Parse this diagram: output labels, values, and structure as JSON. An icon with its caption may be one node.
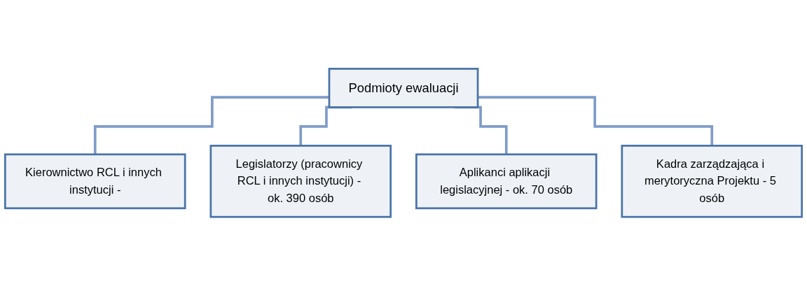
{
  "diagram": {
    "nodes": [
      {
        "text": [
          "Podmioty ewaluacji"
        ]
      },
      {
        "text": [
          "Kierownictwo RCL i innych instytucji -"
        ]
      },
      {
        "text": [
          "Legislatorzy (pracownicy RCL i innych instytucji) - ok. 390 osób"
        ]
      },
      {
        "text": [
          "Aplikanci aplikacji legislacyjnej - ok. 70 osób"
        ]
      },
      {
        "text": [
          "Kadra zarządzająca i merytoryczna Projektu - 5 osób"
        ]
      }
    ],
    "edges": [
      {
        "from": 0,
        "to": 1,
        "arrow": "none"
      },
      {
        "from": 0,
        "to": 2,
        "arrow": "none"
      },
      {
        "from": 0,
        "to": 3,
        "arrow": "none"
      },
      {
        "from": 0,
        "to": 4,
        "arrow": "none"
      }
    ]
  }
}
